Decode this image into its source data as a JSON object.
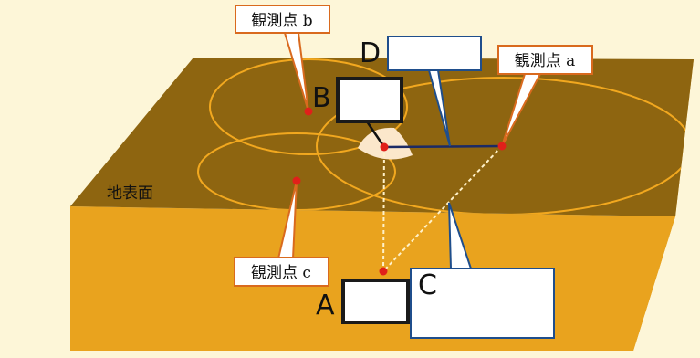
{
  "labels": {
    "observation_a": "観測点 a",
    "observation_b": "観測点 b",
    "observation_c": "観測点 c",
    "ground_surface": "地表面"
  },
  "letters": {
    "a": "A",
    "b": "B",
    "c": "C",
    "d": "D"
  },
  "colors": {
    "background": "#FDF6D8",
    "block_top": "#8E6510",
    "block_front": "#E9A31E",
    "block_side": "#D9921A",
    "circle": "#F2A81F",
    "point": "#E0201A",
    "leader": "#D96A1E",
    "blue_box": "#1F4E8C",
    "epicenter_fill": "#FBE7CB"
  }
}
